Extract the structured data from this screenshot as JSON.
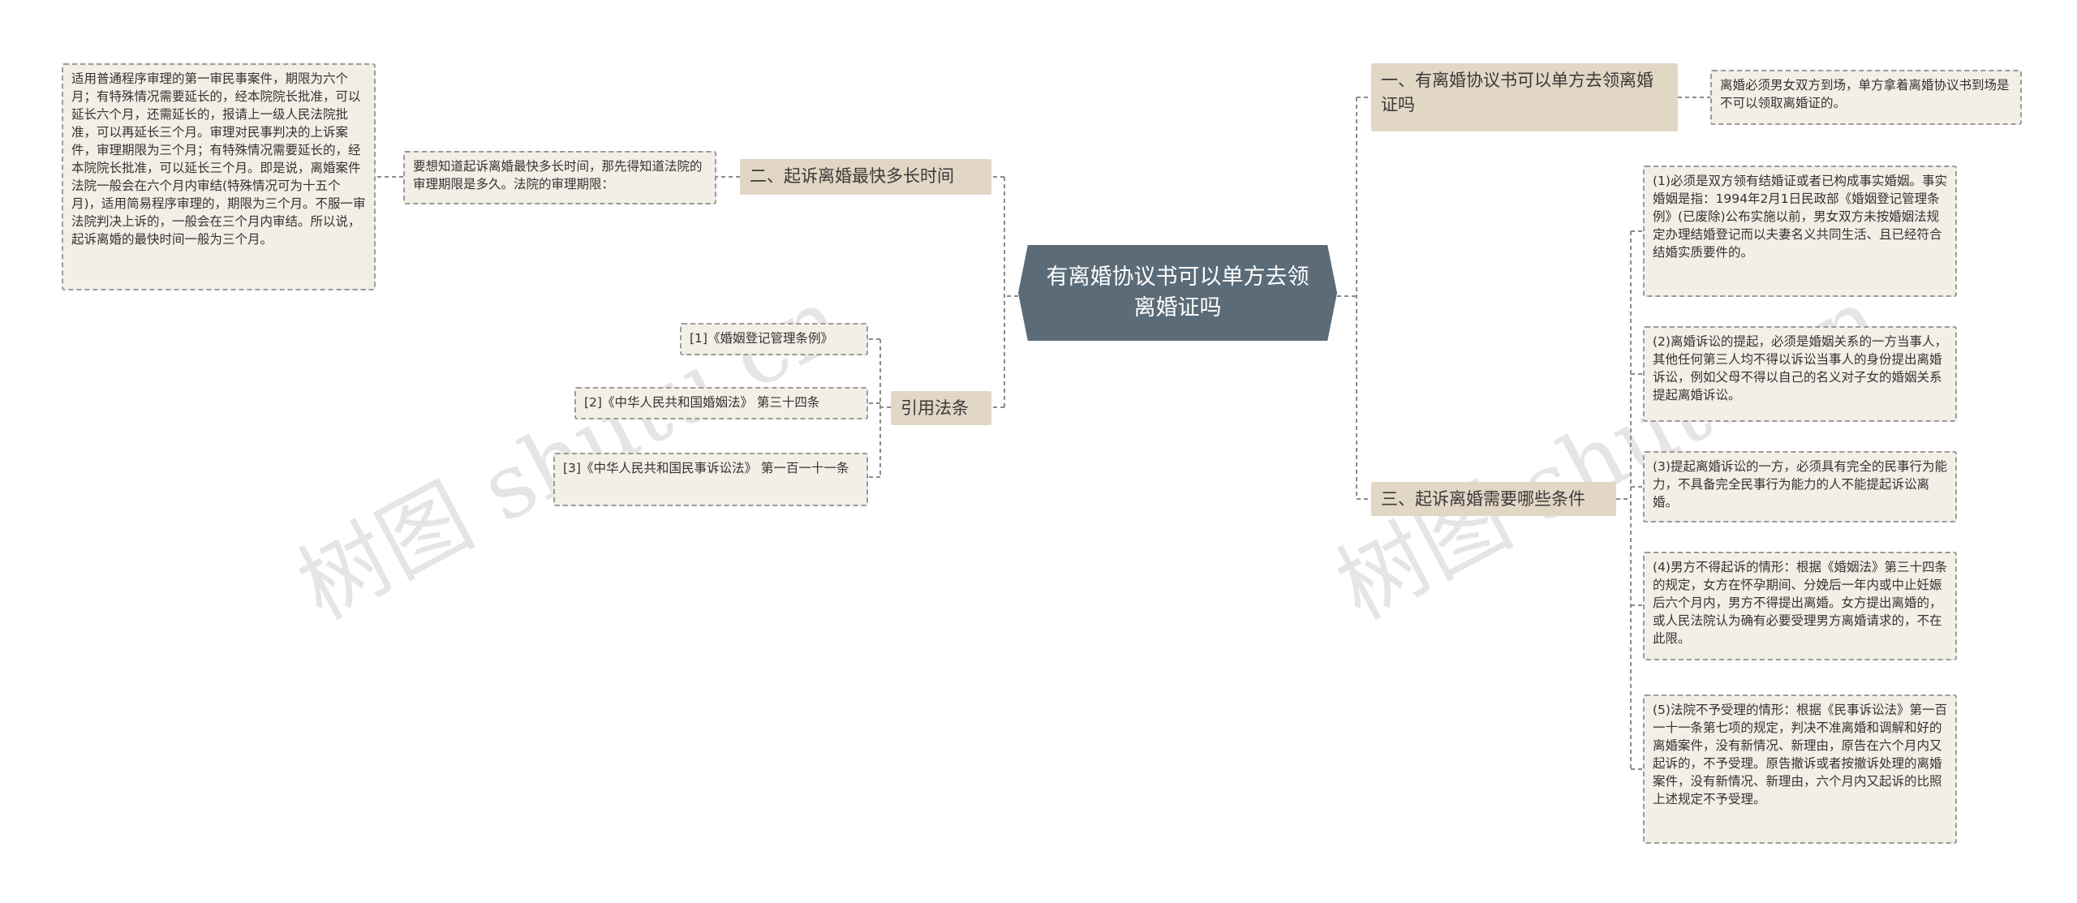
{
  "root": {
    "title": "有离婚协议书可以单方去领离婚证吗"
  },
  "watermark": "树图 shutu.cn",
  "branches": {
    "b1": {
      "label": "一、有离婚协议书可以单方去领离婚证吗",
      "leaf": "离婚必须男女双方到场，单方拿着离婚协议书到场是不可以领取离婚证的。"
    },
    "b2": {
      "label": "二、起诉离婚最快多长时间",
      "intro": "要想知道起诉离婚最快多长时间，那先得知道法院的审理期限是多久。法院的审理期限：",
      "detail": "适用普通程序审理的第一审民事案件，期限为六个月；有特殊情况需要延长的，经本院院长批准，可以延长六个月，还需延长的，报请上一级人民法院批准，可以再延长三个月。审理对民事判决的上诉案件，审理期限为三个月；有特殊情况需要延长的，经本院院长批准，可以延长三个月。即是说，离婚案件法院一般会在六个月内审结(特殊情况可为十五个月)，适用简易程序审理的，期限为三个月。不服一审法院判决上诉的，一般会在三个月内审结。所以说，起诉离婚的最快时间一般为三个月。"
    },
    "b3": {
      "label": "三、起诉离婚需要哪些条件",
      "items": [
        "(1)必须是双方领有结婚证或者已构成事实婚姻。事实婚姻是指：1994年2月1日民政部《婚姻登记管理条例》(已废除)公布实施以前，男女双方未按婚姻法规定办理结婚登记而以夫妻名义共同生活、且已经符合结婚实质要件的。",
        "(2)离婚诉讼的提起，必须是婚姻关系的一方当事人，其他任何第三人均不得以诉讼当事人的身份提出离婚诉讼，例如父母不得以自己的名义对子女的婚姻关系提起离婚诉讼。",
        "(3)提起离婚诉讼的一方，必须具有完全的民事行为能力，不具备完全民事行为能力的人不能提起诉讼离婚。",
        "(4)男方不得起诉的情形：根据《婚姻法》第三十四条的规定，女方在怀孕期间、分娩后一年内或中止妊娠后六个月内，男方不得提出离婚。女方提出离婚的，或人民法院认为确有必要受理男方离婚请求的，不在此限。",
        "(5)法院不予受理的情形：根据《民事诉讼法》第一百一十一条第七项的规定，判决不准离婚和调解和好的离婚案件，没有新情况、新理由，原告在六个月内又起诉的，不予受理。原告撤诉或者按撤诉处理的离婚案件，没有新情况、新理由，六个月内又起诉的比照上述规定不予受理。"
      ]
    },
    "b4": {
      "label": "引用法条",
      "items": [
        "[1]《婚姻登记管理条例》",
        "[2]《中华人民共和国婚姻法》 第三十四条",
        "[3]《中华人民共和国民事诉讼法》 第一百一十一条"
      ]
    }
  }
}
